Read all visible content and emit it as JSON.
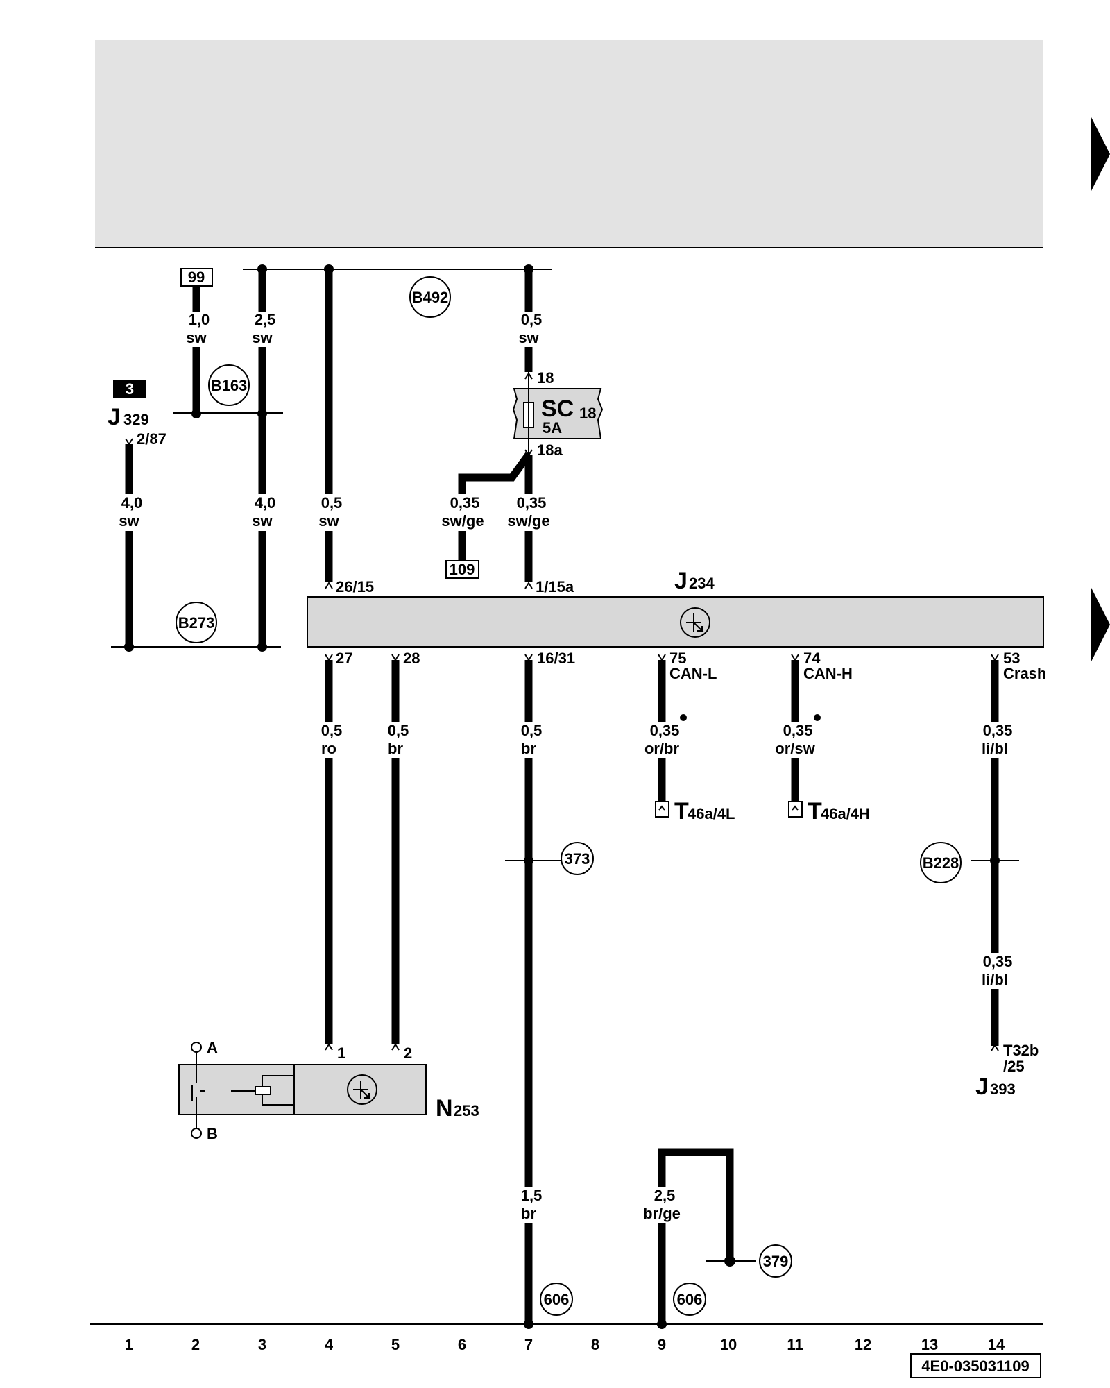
{
  "components": {
    "J329": {
      "letter": "J",
      "sub": "329",
      "pin": "2/87",
      "badge": "3"
    },
    "J234": {
      "letter": "J",
      "sub": "234"
    },
    "SC18": {
      "letter": "SC",
      "sub": "18",
      "rating": "5A",
      "pin_top": "18",
      "pin_bottom": "18a"
    },
    "N253": {
      "letter": "N",
      "sub": "253",
      "pin_a": "A",
      "pin_b": "B",
      "pin_1": "1",
      "pin_2": "2"
    },
    "J393": {
      "letter": "J",
      "sub": "393",
      "pin": "T32b",
      "pin2": "/25"
    },
    "T46a4L": {
      "letter": "T",
      "sub": "46a/4L"
    },
    "T46a4H": {
      "letter": "T",
      "sub": "46a/4H"
    }
  },
  "refs": {
    "r99": "99",
    "r109": "109"
  },
  "circles": [
    "B492",
    "B163",
    "B273",
    "373",
    "B228",
    "379",
    "606",
    "606"
  ],
  "wires": [
    {
      "size": "1,0",
      "color": "sw"
    },
    {
      "size": "2,5",
      "color": "sw"
    },
    {
      "size": "0,5",
      "color": "sw"
    },
    {
      "size": "4,0",
      "color": "sw"
    },
    {
      "size": "4,0",
      "color": "sw"
    },
    {
      "size": "0,5",
      "color": "sw"
    },
    {
      "size": "0,35",
      "color": "sw/ge"
    },
    {
      "size": "0,35",
      "color": "sw/ge"
    },
    {
      "size": "0,5",
      "color": "ro"
    },
    {
      "size": "0,5",
      "color": "br"
    },
    {
      "size": "0,5",
      "color": "br"
    },
    {
      "size": "0,35",
      "color": "or/br"
    },
    {
      "size": "0,35",
      "color": "or/sw"
    },
    {
      "size": "0,35",
      "color": "li/bl"
    },
    {
      "size": "0,35",
      "color": "li/bl"
    },
    {
      "size": "1,5",
      "color": "br"
    },
    {
      "size": "2,5",
      "color": "br/ge"
    }
  ],
  "pins": {
    "p26": "26/15",
    "p115a": "1/15a",
    "p27": "27",
    "p28": "28",
    "p1631": "16/31",
    "p75": "75",
    "p75b": "CAN-L",
    "p74": "74",
    "p74b": "CAN-H",
    "p53": "53",
    "p53b": "Crash"
  },
  "scale": [
    "1",
    "2",
    "3",
    "4",
    "5",
    "6",
    "7",
    "8",
    "9",
    "10",
    "11",
    "12",
    "13",
    "14"
  ],
  "drawing_code": "4E0-035031109"
}
